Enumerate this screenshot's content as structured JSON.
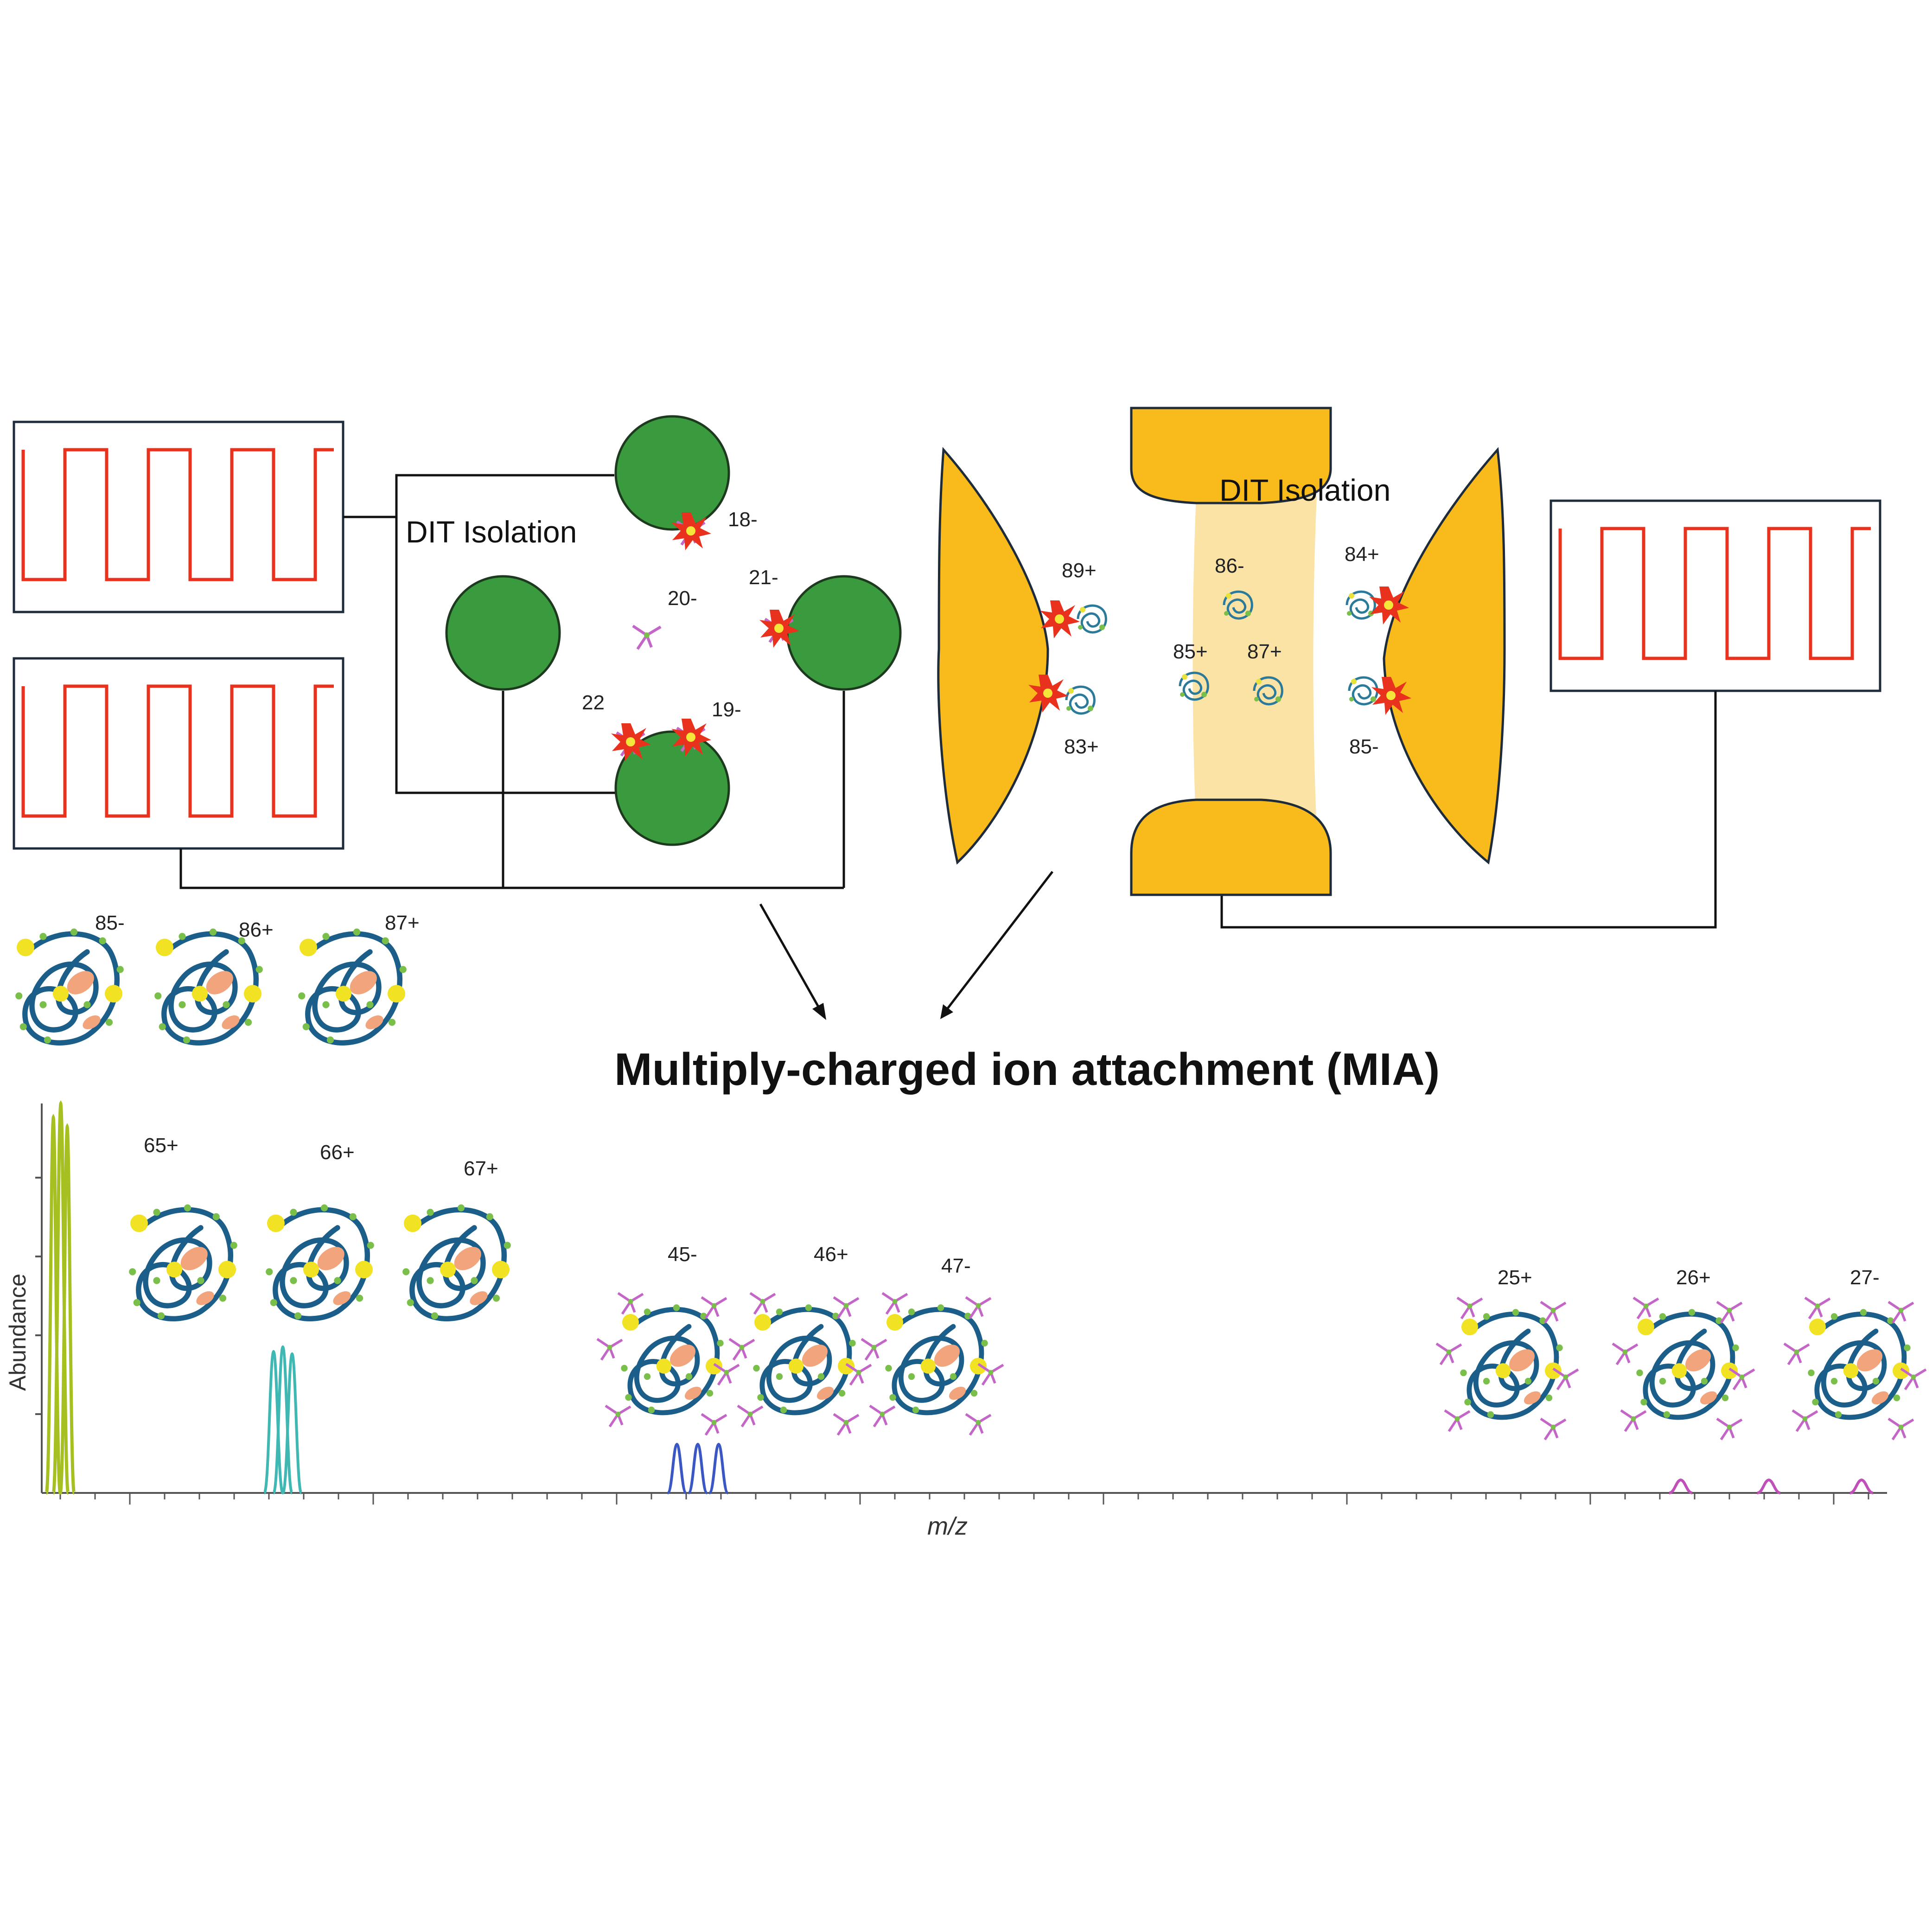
{
  "title": "Multiply-charged ion attachment (MIA)",
  "left_trap": {
    "label": "DIT Isolation",
    "ion_labels": [
      "18-",
      "20-",
      "21-",
      "22",
      "19-"
    ]
  },
  "right_trap": {
    "label": "DIT Isolation",
    "ion_labels": [
      "89+",
      "83+",
      "86-",
      "85+",
      "87+",
      "84+",
      "85-"
    ]
  },
  "precursor_labels": [
    "85-",
    "86+",
    "87+"
  ],
  "spectrum": {
    "ylabel": "Abundance",
    "xlabel": "m/z",
    "cluster_labels": [
      [
        "65+",
        "66+",
        "67+"
      ],
      [
        "45-",
        "46+",
        "47-"
      ],
      [
        "25+",
        "26+",
        "27-"
      ]
    ]
  },
  "colors": {
    "square_wave": "#e8321e",
    "rod_green": "#3a9a3e",
    "paul_gold": "#f9ba1b",
    "paul_light": "#fbe3a5",
    "protein_blue": "#1b5e8a",
    "peak_yellowgreen": "#a6c021",
    "peak_teal": "#3fb7b2",
    "peak_blue": "#3a57c4",
    "peak_magenta": "#c04fb9"
  }
}
